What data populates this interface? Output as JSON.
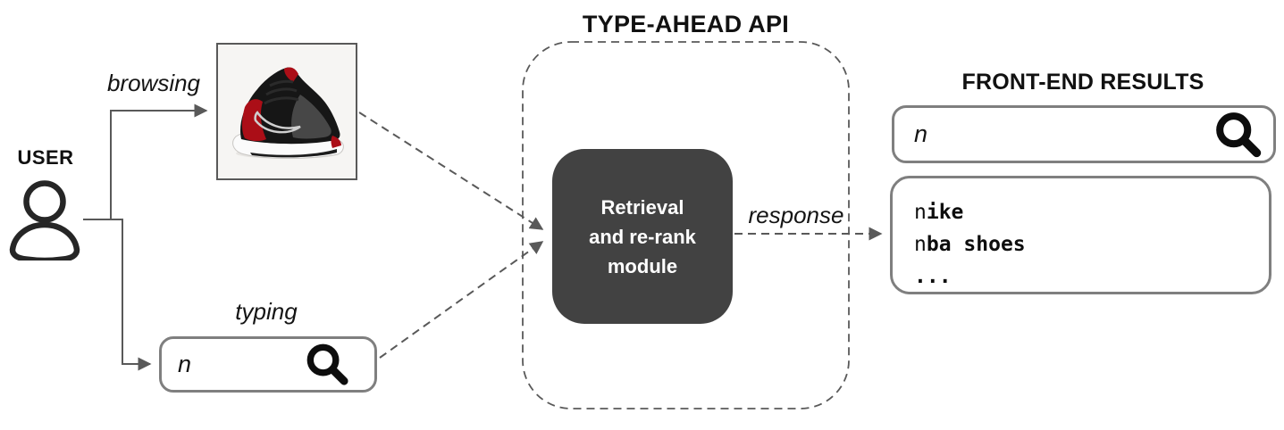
{
  "diagram": {
    "user": {
      "label": "USER"
    },
    "edge_labels": {
      "browsing": "browsing",
      "typing": "typing",
      "response": "response"
    },
    "typing_box": {
      "query": "n"
    },
    "api": {
      "title": "TYPE-AHEAD API",
      "module_lines": [
        "Retrieval",
        "and re-rank",
        "module"
      ]
    },
    "frontend": {
      "title": "FRONT-END RESULTS",
      "search": {
        "query": "n"
      },
      "results": [
        {
          "typed": "n",
          "completion": "ike"
        },
        {
          "typed": "n",
          "completion": "ba shoes"
        },
        {
          "typed": "",
          "completion": "..."
        }
      ]
    },
    "images": {
      "product": "nike-basketball-shoe-photo"
    }
  },
  "colors": {
    "line": "#595959",
    "box_border": "#7f7f7f",
    "module_bg": "#424242",
    "module_text": "#ffffff",
    "shoe_red": "#ab0e17"
  }
}
